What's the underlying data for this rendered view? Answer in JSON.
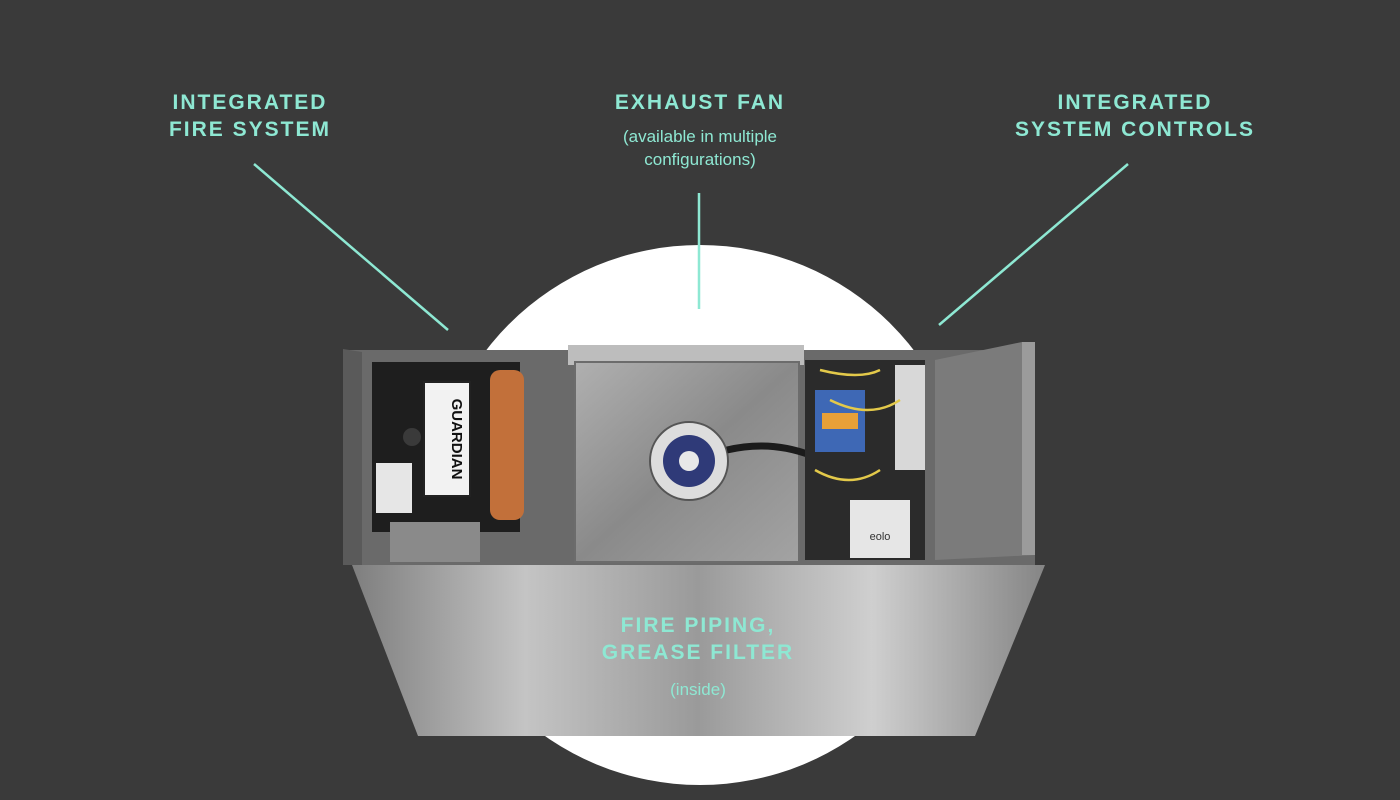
{
  "callouts": {
    "fire_system": {
      "line1": "INTEGRATED",
      "line2": "FIRE SYSTEM"
    },
    "exhaust_fan": {
      "line1": "EXHAUST FAN",
      "sub1": "(available in multiple",
      "sub2": "configurations)"
    },
    "system_controls": {
      "line1": "INTEGRATED",
      "line2": "SYSTEM CONTROLS"
    },
    "fire_piping": {
      "line1": "FIRE PIPING,",
      "line2": "GREASE FILTER",
      "sub": "(inside)"
    }
  },
  "device": {
    "fire_unit_label": "GUARDIAN",
    "controller_label": "eolo"
  },
  "colors": {
    "background": "#3a3a3a",
    "accent": "#8ee8d3",
    "circle": "#ffffff",
    "steel": "#a9a9a9"
  }
}
